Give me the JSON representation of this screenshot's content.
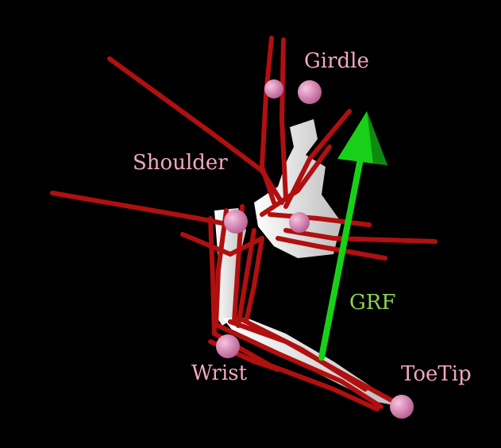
{
  "labels": {
    "girdle": "Girdle",
    "shoulder": "Shoulder",
    "grf": "GRF",
    "wrist": "Wrist",
    "toetip": "ToeTip"
  },
  "colors": {
    "background": "#000000",
    "muscle": "#b01010",
    "bone": "#f2f2f2",
    "marker": "#e58fc0",
    "grf_arrow": "#19d019",
    "label_pink": "#f2a6c4",
    "label_green": "#8fd14f"
  }
}
